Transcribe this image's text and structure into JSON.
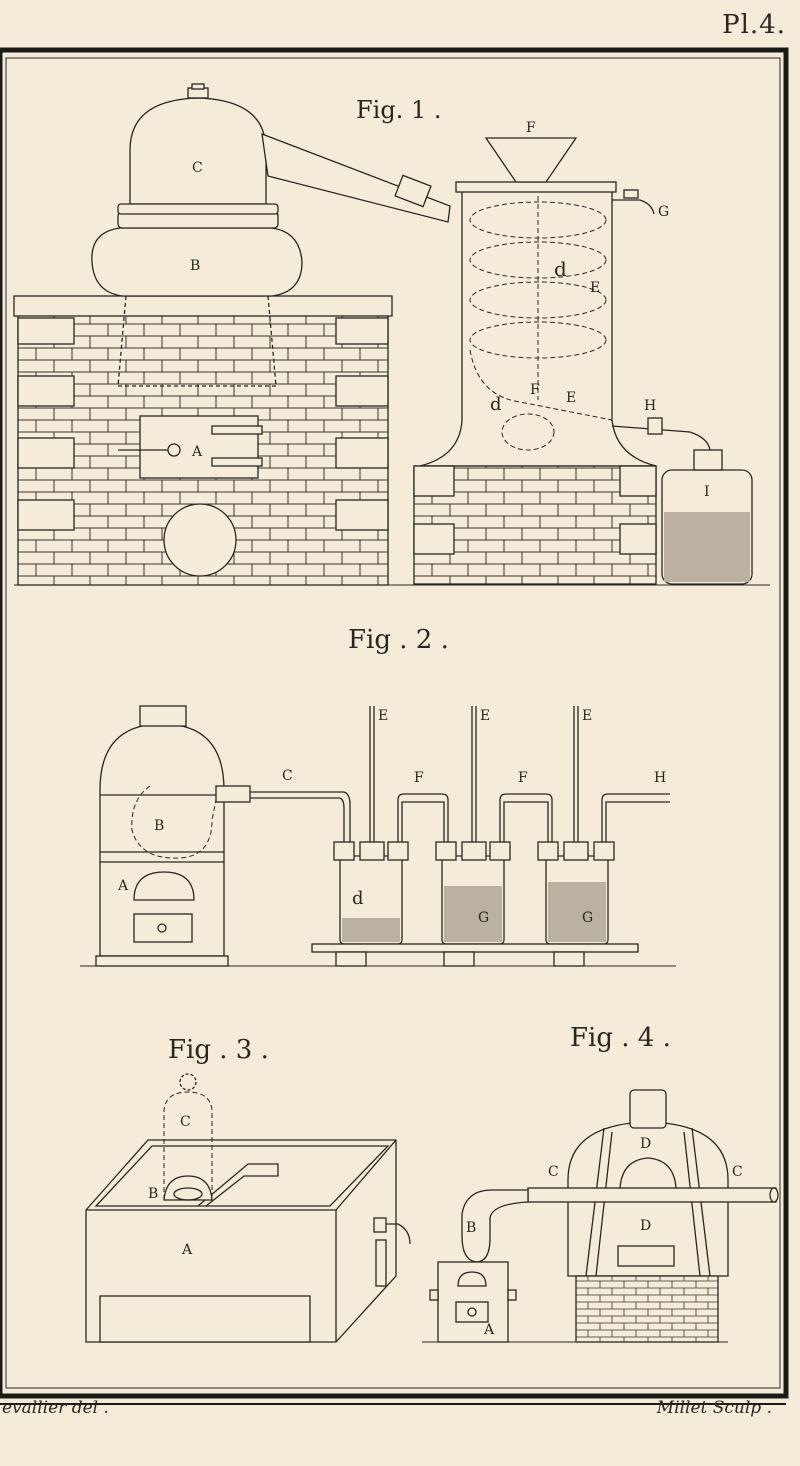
{
  "plate": {
    "number": "Pl.4.",
    "credit_left": "evallier del .",
    "credit_right": "Millet Sculp ."
  },
  "figures": [
    {
      "title": "Fig. 1 .",
      "labels": {
        "C": "C",
        "B": "B",
        "A": "A",
        "F": "F",
        "G": "G",
        "d": "d",
        "E": "E",
        "F2": "F",
        "E2": "E",
        "d2": "d",
        "H": "H",
        "I": "I"
      }
    },
    {
      "title": "Fig . 2 .",
      "labels": {
        "B": "B",
        "A": "A",
        "C": "C",
        "E1": "E",
        "E2": "E",
        "E3": "E",
        "F1": "F",
        "F2": "F",
        "H": "H",
        "d": "d",
        "G1": "G",
        "G2": "G"
      }
    },
    {
      "title": "Fig . 3 .",
      "labels": {
        "C": "C",
        "B": "B",
        "A": "A"
      }
    },
    {
      "title": "Fig . 4 .",
      "labels": {
        "D1": "D",
        "C1": "C",
        "C2": "C",
        "B": "B",
        "D2": "D",
        "A": "A"
      }
    }
  ],
  "colors": {
    "paper": "#f4ecd9",
    "ink": "#2a2620",
    "frame": "#1c1a17",
    "liquid": "#6b655c"
  }
}
